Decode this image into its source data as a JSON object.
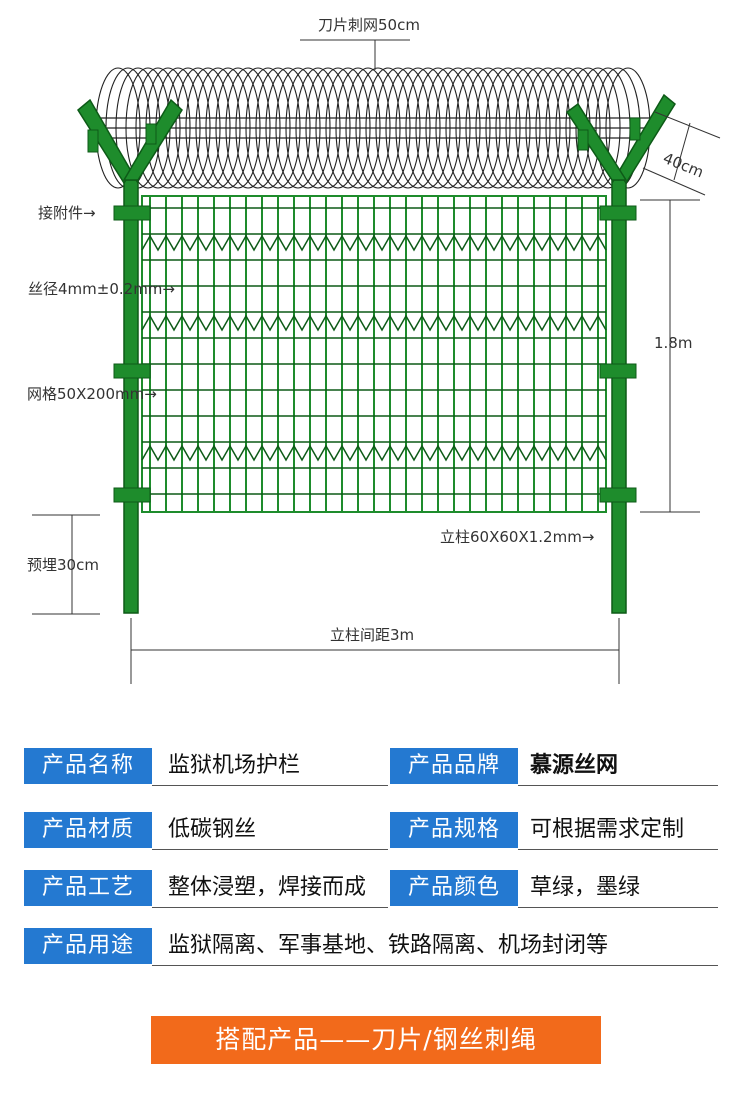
{
  "diagram": {
    "labels": {
      "razor_wire": "刀片刺网50cm",
      "coil_diameter": "40cm",
      "attachment": "接附件→",
      "wire_diameter": "丝径4mm±0.2mm→",
      "mesh": "网格50X200mm→",
      "height": "1.8m",
      "post": "立柱60X60X1.2mm→",
      "embed": "预埋30cm",
      "spacing": "立柱间距3m"
    },
    "colors": {
      "fence": "#1e8c2c",
      "fence_dark": "#0d5a17",
      "wire": "#222222"
    }
  },
  "specs": [
    {
      "left_label": "产品名称",
      "left_value": "监狱机场护栏",
      "right_label": "产品品牌",
      "right_value": "慕源丝网"
    },
    {
      "left_label": "产品材质",
      "left_value": "低碳钢丝",
      "right_label": "产品规格",
      "right_value": "可根据需求定制"
    },
    {
      "left_label": "产品工艺",
      "left_value": "整体浸塑，焊接而成",
      "right_label": "产品颜色",
      "right_value": "草绿，墨绿"
    },
    {
      "full_label": "产品用途",
      "full_value": "监狱隔离、军事基地、铁路隔离、机场封闭等"
    }
  ],
  "banner": {
    "text": "搭配产品——刀片/钢丝刺绳"
  },
  "theme": {
    "label_bg": "#2479d1",
    "banner_bg": "#f26a1b"
  }
}
